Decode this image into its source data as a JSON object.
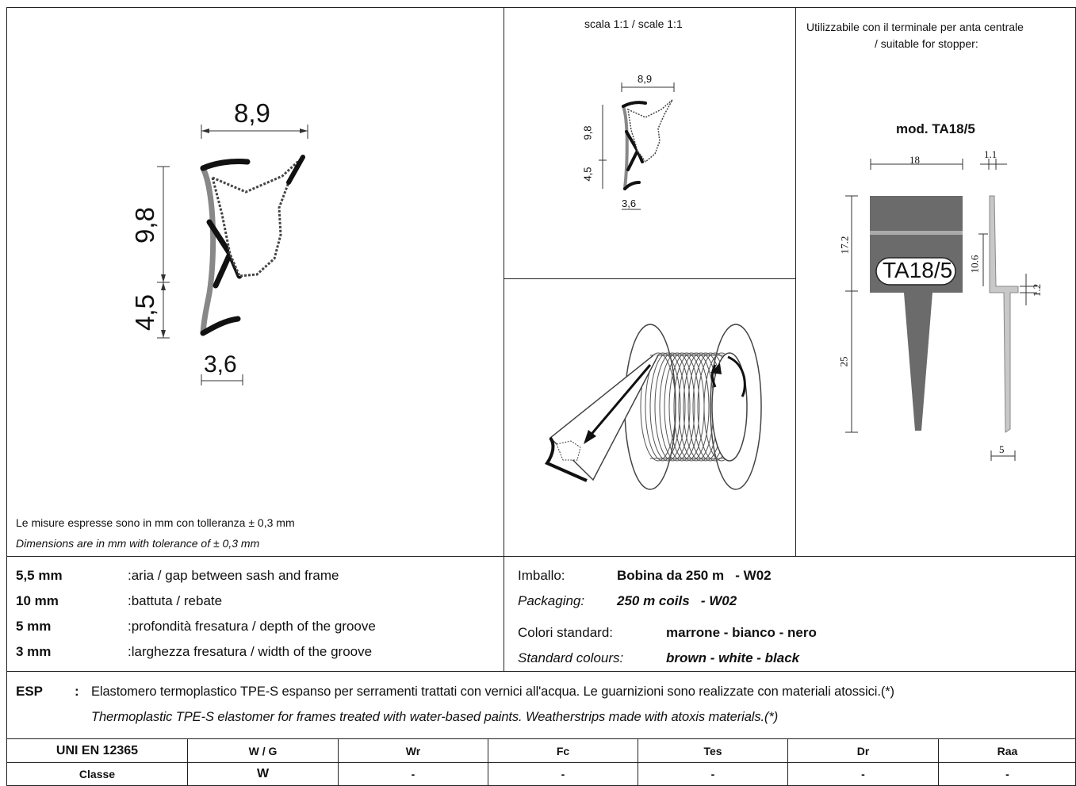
{
  "top_left": {
    "dim_width": "8,9",
    "dim_height_upper": "9,8",
    "dim_height_lower": "4,5",
    "dim_base": "3,6",
    "note_it": "Le misure espresse sono in mm con tolleranza ± 0,3 mm",
    "note_en": "Dimensions are in mm with tolerance of ± 0,3 mm"
  },
  "scale_panel": {
    "title": "scala 1:1 / scale 1:1",
    "dim_width": "8,9",
    "dim_height_upper": "9,8",
    "dim_height_lower": "4,5",
    "dim_base": "3,6"
  },
  "stopper": {
    "title_line1": "Utilizzabile con il terminale per anta centrale",
    "title_line2": "/ suitable for stopper:",
    "model": "mod. TA18/5",
    "label": "TA18/5",
    "dim_width": "18",
    "dim_thickness": "1.1",
    "dim_head_height": "17.2",
    "dim_inner_height": "10.6",
    "dim_step": "1.2",
    "dim_tail_length": "25",
    "dim_tail_width": "5"
  },
  "specs": [
    {
      "value": "5,5 mm",
      "desc": ":aria / gap between sash and frame"
    },
    {
      "value": "10 mm",
      "desc": ":battuta / rebate"
    },
    {
      "value": "5 mm",
      "desc": ":profondità fresatura / depth of the groove"
    },
    {
      "value": "3 mm",
      "desc": ":larghezza fresatura / width of the groove"
    }
  ],
  "packaging": {
    "label_it": "Imballo:",
    "value_it": "Bobina da 250 m   - W02",
    "label_en": "Packaging:",
    "value_en": "250 m coils   - W02"
  },
  "colours": {
    "label_it": "Colori standard:",
    "value_it": "marrone - bianco - nero",
    "label_en": "Standard colours:",
    "value_en": "brown - white - black"
  },
  "material": {
    "code": "ESP",
    "colon": ":",
    "desc_it": "Elastomero termoplastico TPE-S espanso per serramenti trattati con vernici all'acqua. Le guarnizioni sono realizzate con materiali atossici.(*)",
    "desc_en": "Thermoplastic TPE-S elastomer for frames treated with water-based paints. Weatherstrips made with atoxis materials.(*)"
  },
  "classification": {
    "headers": [
      "UNI EN 12365",
      "W / G",
      "Wr",
      "Fc",
      "Tes",
      "Dr",
      "Raa"
    ],
    "row": [
      "Classe",
      "W",
      "-",
      "-",
      "-",
      "-",
      "-"
    ]
  }
}
